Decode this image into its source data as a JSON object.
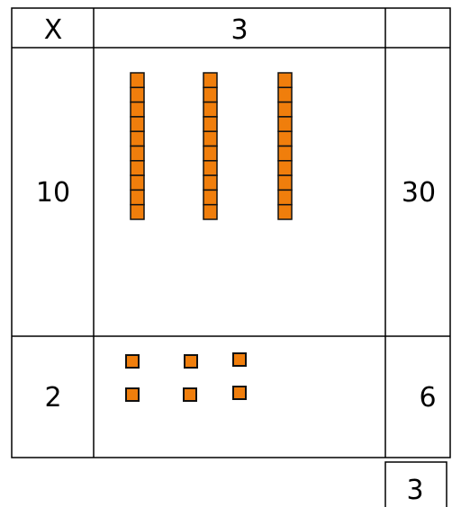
{
  "table": {
    "corner": "X",
    "header": "3",
    "rows": [
      {
        "factor": "10",
        "product": "30",
        "blocks": {
          "kind": "tens-rods",
          "count": 3,
          "units_per_rod": 10
        }
      },
      {
        "factor": "2",
        "product": "6",
        "blocks": {
          "kind": "unit-cubes",
          "count": 6
        }
      }
    ]
  },
  "answer_box": "3",
  "colors": {
    "block_fill": "#F07E0C",
    "block_stroke": "#111111",
    "grid_line": "#000000"
  }
}
